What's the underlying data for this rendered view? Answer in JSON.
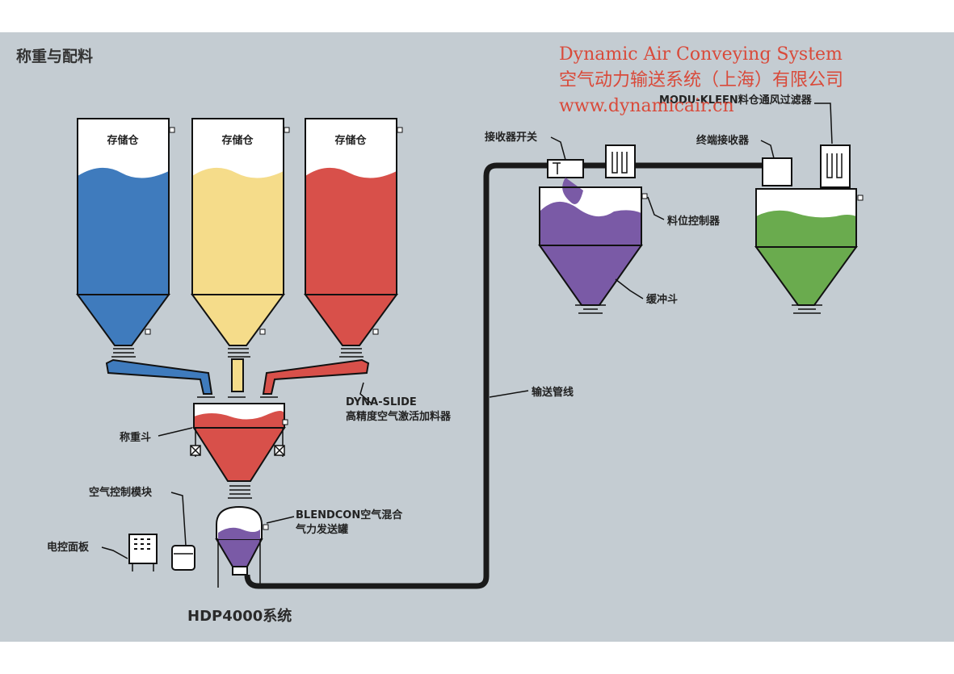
{
  "title": "称重与配料",
  "watermark": {
    "line1": "Dynamic Air Conveying System",
    "line2": "空气动力输送系统（上海）有限公司",
    "line3": "www.dynamicair.cn",
    "color": "#d94a3a"
  },
  "silos": [
    {
      "label": "存储仓",
      "color": "#3f7bbd"
    },
    {
      "label": "存储仓",
      "color": "#f5dc8a"
    },
    {
      "label": "存储仓",
      "color": "#d8504a"
    }
  ],
  "labels": {
    "weigh_hopper": "称重斗",
    "dyna_slide_1": "DYNA-SLIDE",
    "dyna_slide_2": "高精度空气激活加料器",
    "air_control_module": "空气控制模块",
    "electric_panel": "电控面板",
    "blendcon_1": "BLENDCON空气混合",
    "blendcon_2": "气力发送罐",
    "system_name": "HDP4000系统",
    "conveying_line": "输送管线",
    "receiver_switch": "接收器开关",
    "modu_kleen": "MODU-KLEEN料仓通风过滤器",
    "terminal_receiver": "终端接收器",
    "level_controller": "料位控制器",
    "surge_hopper": "缓冲斗"
  },
  "colors": {
    "background": "#c4ccd2",
    "purple": "#7a5aa6",
    "green": "#6aab4e",
    "red": "#d8504a",
    "pipe": "#1a1a1a"
  }
}
